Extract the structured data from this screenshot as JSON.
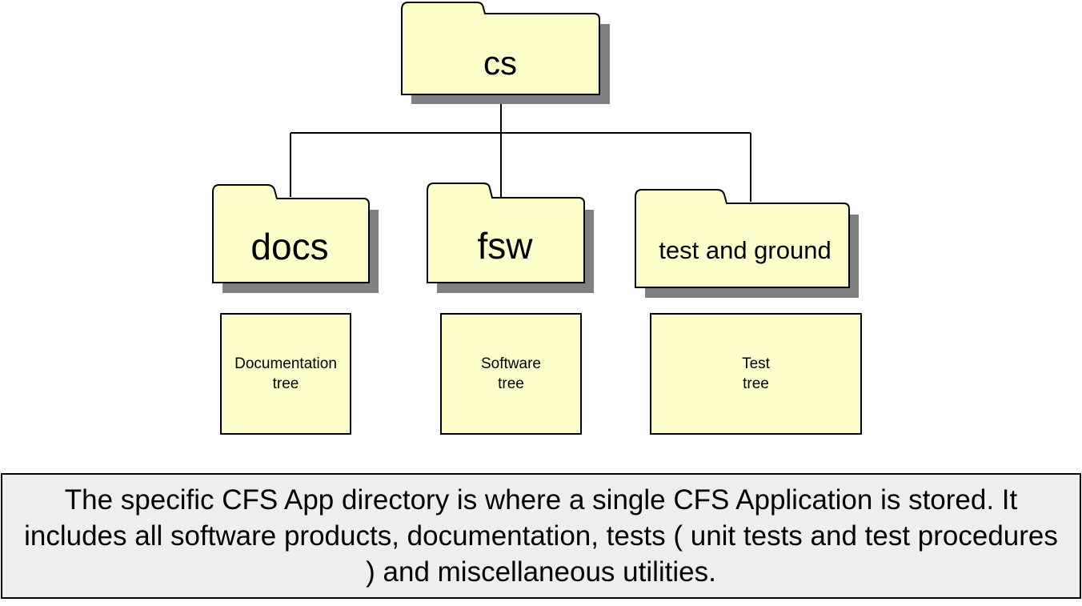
{
  "colors": {
    "folder_fill": "#ffffcc",
    "folder_shadow": "#808080",
    "outline": "#000000",
    "caption_fill": "#eeeeee"
  },
  "root": {
    "label": "cs",
    "icon": "folder-icon"
  },
  "children": [
    {
      "label": "docs",
      "icon": "folder-icon",
      "box_lines": [
        "Documentation",
        "tree"
      ]
    },
    {
      "label": "fsw",
      "icon": "folder-icon",
      "box_lines": [
        "Software",
        "tree"
      ]
    },
    {
      "label": "test and ground",
      "icon": "folder-icon",
      "box_lines": [
        "Test",
        "tree"
      ]
    }
  ],
  "caption": "The specific CFS App directory is where a single CFS Application is stored. It includes all software products, documentation, tests ( unit  tests and test procedures ) and miscellaneous utilities."
}
